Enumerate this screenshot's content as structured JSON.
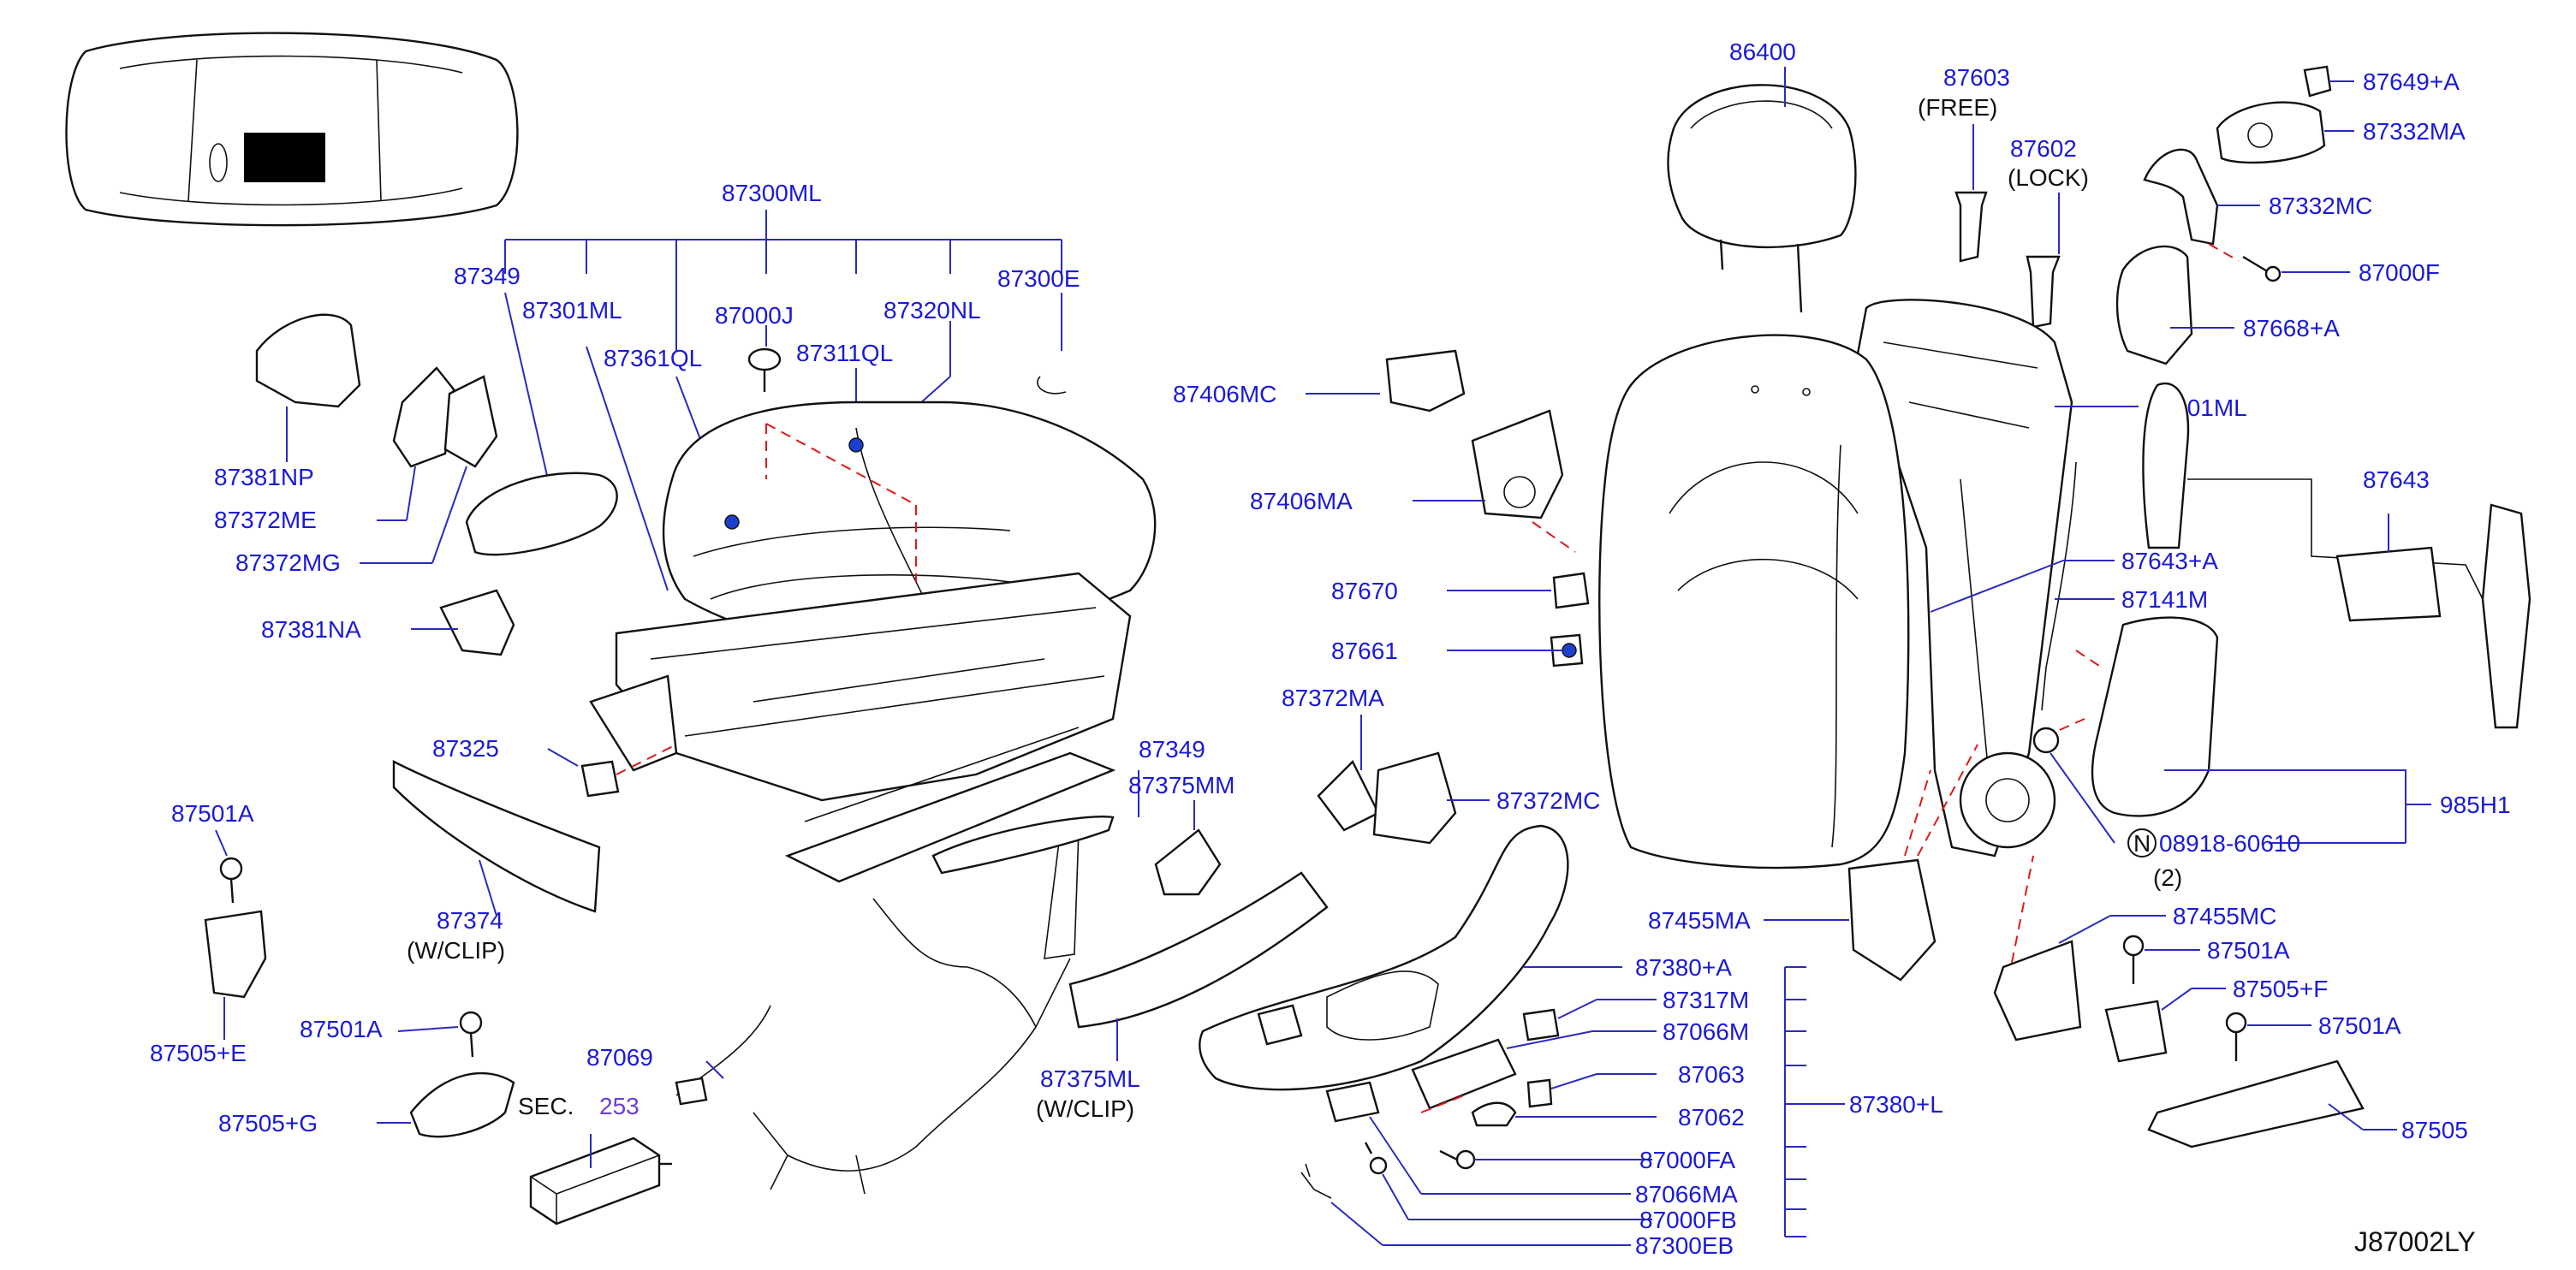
{
  "colors": {
    "label": "#1a1ad6",
    "leader": "#2a2ac0",
    "dashed_link": "#e01818",
    "outline": "#111111",
    "sec_number": "#6b3fd6"
  },
  "diagram_code": "J87002LY",
  "labels": {
    "p86400": "86400",
    "p87603": "87603",
    "p87603_note": "(FREE)",
    "p87602": "87602",
    "p87602_note": "(LOCK)",
    "p87649A": "87649+A",
    "p87332MA": "87332MA",
    "p87332MC": "87332MC",
    "p87000F": "87000F",
    "p87668A": "87668+A",
    "p87601ML": "87601ML",
    "p87643": "87643",
    "p87643A": "87643+A",
    "p87141M": "87141M",
    "p985H1": "985H1",
    "p08918": "08918-60610",
    "p08918_circle": "N",
    "p08918_qty": "(2)",
    "p87455MC": "87455MC",
    "p87455MA": "87455MA",
    "p87501A_r1": "87501A",
    "p87505F": "87505+F",
    "p87501A_r2": "87501A",
    "p87505": "87505",
    "p87406MC": "87406MC",
    "p87406MA": "87406MA",
    "p87670": "87670",
    "p87661": "87661",
    "p87372MA": "87372MA",
    "p87372MC": "87372MC",
    "p87300ML": "87300ML",
    "p87349_top": "87349",
    "p87301ML": "87301ML",
    "p87361QL": "87361QL",
    "p87000J": "87000J",
    "p87311QL": "87311QL",
    "p87320NL": "87320NL",
    "p87300E": "87300E",
    "p87381NP": "87381NP",
    "p87372ME": "87372ME",
    "p87372MG": "87372MG",
    "p87381NA": "87381NA",
    "p87325": "87325",
    "p87374": "87374",
    "p87374_note": "(W/CLIP)",
    "p87501A_l1": "87501A",
    "p87505E": "87505+E",
    "p87501A_l2": "87501A",
    "p87505G": "87505+G",
    "sec_label": "SEC.",
    "sec_number": "253",
    "p87069": "87069",
    "p87349_mid": "87349",
    "p87375MM": "87375MM",
    "p87375ML": "87375ML",
    "p87375ML_note": "(W/CLIP)",
    "p87380A": "87380+A",
    "p87317M": "87317M",
    "p87066M": "87066M",
    "p87063": "87063",
    "p87062": "87062",
    "p87000FA": "87000FA",
    "p87066MA": "87066MA",
    "p87000FB": "87000FB",
    "p87300EB": "87300EB",
    "p87380L": "87380+L"
  },
  "icons": [
    "car-locator-icon",
    "headrest-icon",
    "seatback-cover-icon",
    "seat-cushion-icon",
    "seat-frame-icon",
    "power-seat-harness-icon",
    "control-module-icon"
  ]
}
